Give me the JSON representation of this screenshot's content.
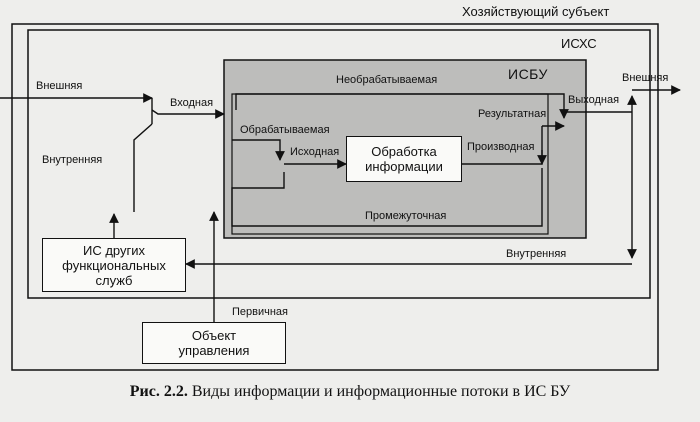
{
  "diagram": {
    "outer_title": "Хозяйствующий субъект",
    "iskhs_title": "ИСХС",
    "isbu_title": "ИСБУ",
    "labels": {
      "external_in": "Внешняя",
      "input": "Входная",
      "internal_left": "Внутренняя",
      "unprocessed": "Необрабатываемая",
      "processed": "Обрабатываемая",
      "source": "Исходная",
      "derived": "Производная",
      "result": "Результатная",
      "output": "Выходная",
      "external_out": "Внешняя",
      "intermediate": "Промежуточная",
      "internal_right": "Внутренняя",
      "primary": "Первичная"
    },
    "boxes": {
      "processing": "Обработка\nинформации",
      "other_is": "ИС других\nфункциональных\nслужб",
      "control_object": "Объект\nуправления"
    }
  },
  "caption": {
    "prefix": "Рис. 2.2.",
    "text": "Виды информации и информационные потоки в ИС БУ"
  }
}
